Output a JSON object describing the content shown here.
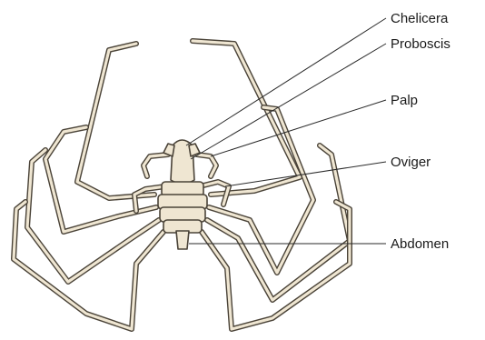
{
  "diagram": {
    "subject": "sea spider",
    "colors": {
      "outline": "#4a4338",
      "fill": "#efe6d2",
      "leader": "#2a2a2a",
      "text": "#1a1a1a"
    },
    "labels": [
      {
        "id": "chelicera",
        "text": "Chelicera"
      },
      {
        "id": "proboscis",
        "text": "Proboscis"
      },
      {
        "id": "palp",
        "text": "Palp"
      },
      {
        "id": "oviger",
        "text": "Oviger"
      },
      {
        "id": "abdomen",
        "text": "Abdomen"
      }
    ]
  }
}
